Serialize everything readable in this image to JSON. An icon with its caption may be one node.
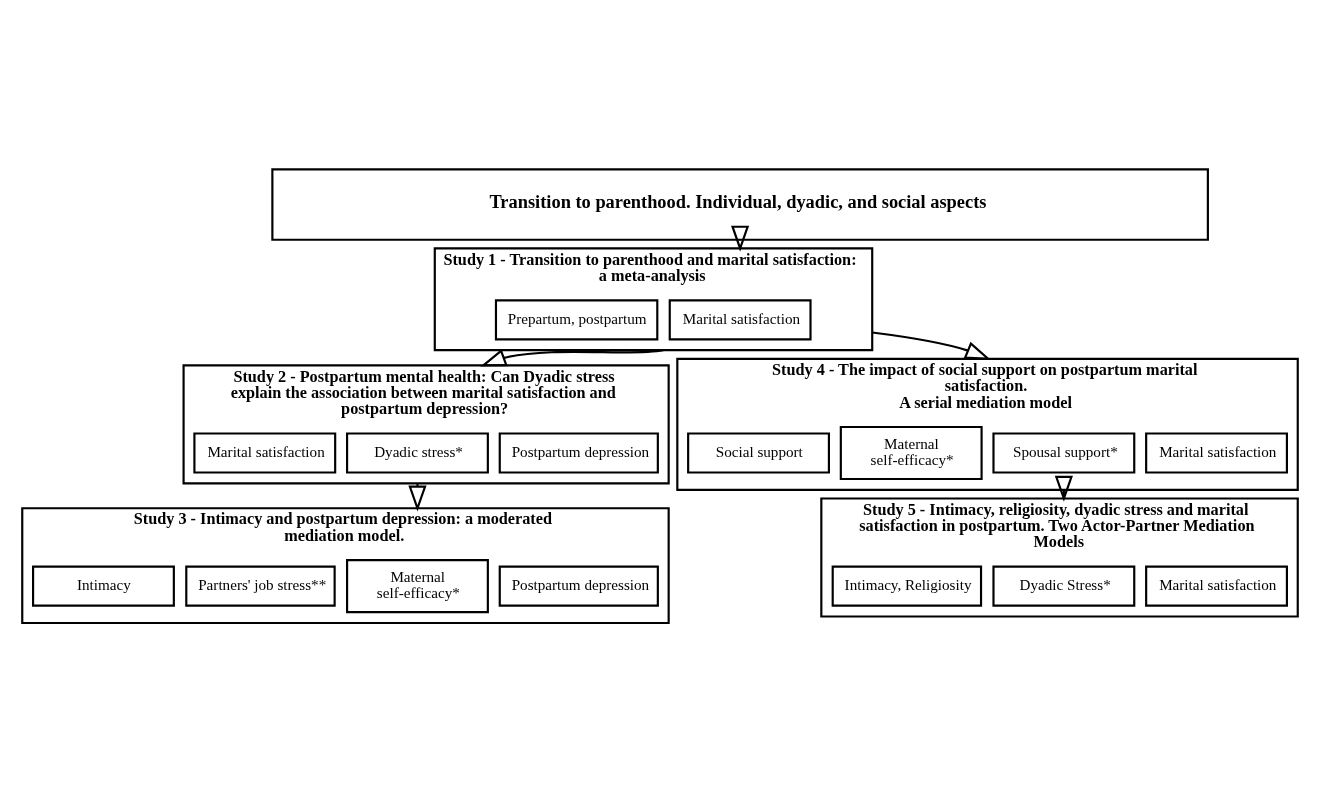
{
  "diagram": {
    "nodes": [
      {
        "text": [
          "Transition to parenthood. Individual, dyadic, and social aspects"
        ]
      },
      {
        "text": [
          "Study 1 - Transition to parenthood and marital satisfaction: a meta-analysis"
        ]
      },
      {
        "text": [
          "Prepartum, postpartum"
        ],
        "in": 1
      },
      {
        "text": [
          "Marital satisfaction"
        ],
        "in": 1
      },
      {
        "text": [
          "Study 2 - Postpartum mental health: Can Dyadic stress explain the association between marital satisfaction and postpartum depression?"
        ]
      },
      {
        "text": [
          "Marital satisfaction"
        ],
        "in": 4
      },
      {
        "text": [
          "Dyadic stress*"
        ],
        "in": 4
      },
      {
        "text": [
          "Postpartum depression"
        ],
        "in": 4
      },
      {
        "text": [
          "Study 4 - The impact of social support on postpartum marital satisfaction.",
          "A serial mediation model"
        ]
      },
      {
        "text": [
          "Social support"
        ],
        "in": 8
      },
      {
        "text": [
          "Maternal self-efficacy*"
        ],
        "in": 8
      },
      {
        "text": [
          "Spousal support*"
        ],
        "in": 8
      },
      {
        "text": [
          "Marital satisfaction"
        ],
        "in": 8
      },
      {
        "text": [
          "Study 3 - Intimacy and postpartum depression: a moderated mediation model."
        ]
      },
      {
        "text": [
          "Intimacy"
        ],
        "in": 13
      },
      {
        "text": [
          "Partners' job stress**"
        ],
        "in": 13
      },
      {
        "text": [
          "Maternal self-efficacy*"
        ],
        "in": 13
      },
      {
        "text": [
          "Postpartum depression"
        ],
        "in": 13
      },
      {
        "text": [
          "Study 5 - Intimacy, religiosity, dyadic stress and marital satisfaction in postpartum. Two Actor-Partner Mediation Models"
        ]
      },
      {
        "text": [
          "Intimacy, Religiosity"
        ],
        "in": 18
      },
      {
        "text": [
          "Dyadic Stress*"
        ],
        "in": 18
      },
      {
        "text": [
          "Marital satisfaction"
        ],
        "in": 18
      }
    ],
    "edges": [
      {
        "from": 0,
        "to": 1,
        "arrow": "to"
      },
      {
        "from": 1,
        "to": 4,
        "arrow": "to"
      },
      {
        "from": 1,
        "to": 8,
        "arrow": "to"
      },
      {
        "from": 4,
        "to": 13,
        "arrow": "to"
      },
      {
        "from": 8,
        "to": 18,
        "arrow": "to"
      }
    ]
  }
}
